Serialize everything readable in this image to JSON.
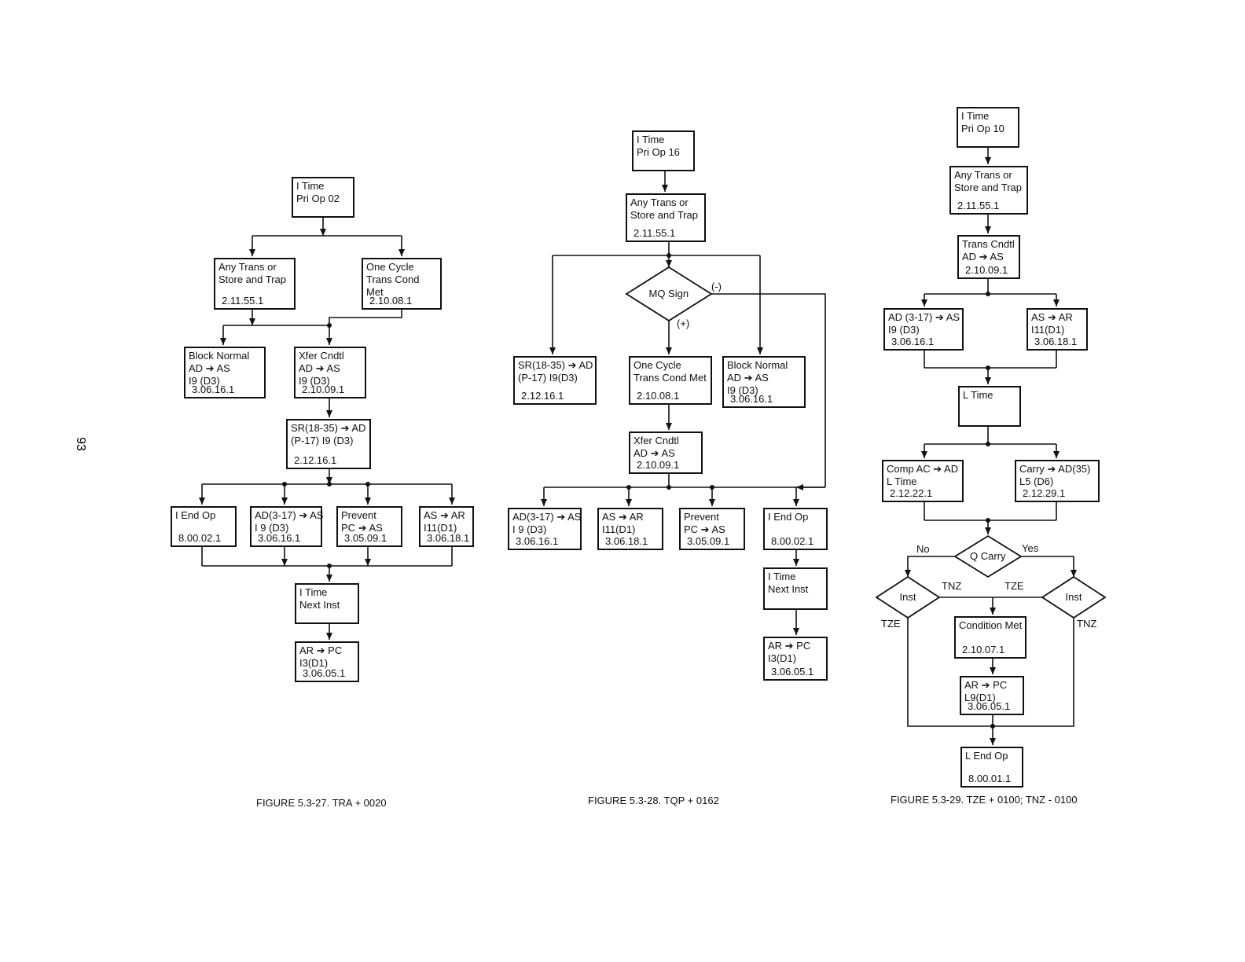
{
  "page_number": "93",
  "figures": [
    {
      "caption": "FIGURE 5.3-27.  TRA + 0020",
      "boxes": {
        "i_time": [
          "I Time",
          "Pri Op 02"
        ],
        "any_trans": [
          "Any Trans or",
          "Store and Trap",
          "2.11.55.1"
        ],
        "one_cycle": [
          "One Cycle",
          "Trans Cond",
          "Met",
          "2.10.08.1"
        ],
        "block_normal": [
          "Block Normal",
          "AD ➔ AS",
          "I9 (D3)",
          "3.06.16.1"
        ],
        "xfer_cndtl": [
          "Xfer Cndtl",
          "AD ➔ AS",
          "I9 (D3)",
          "2.10.09.1"
        ],
        "sr": [
          "SR(18-35) ➔ AD",
          "(P-17) I9 (D3)",
          "2.12.16.1"
        ],
        "i_end_op": [
          "I End Op",
          "8.00.02.1"
        ],
        "ad_as": [
          "AD(3-17) ➔ AS",
          "I 9 (D3)",
          "3.06.16.1"
        ],
        "prevent": [
          "Prevent",
          "PC ➔ AS",
          "3.05.09.1"
        ],
        "as_ar": [
          "AS ➔ AR",
          "I11(D1)",
          "3.06.18.1"
        ],
        "i_time_next": [
          "I Time",
          "Next Inst"
        ],
        "ar_pc": [
          "AR ➔ PC",
          "I3(D1)",
          "3.06.05.1"
        ]
      }
    },
    {
      "caption": "FIGURE 5.3-28.  TQP + 0162",
      "boxes": {
        "i_time": [
          "I Time",
          "Pri Op 16"
        ],
        "any_trans": [
          "Any Trans or",
          "Store and Trap",
          "2.11.55.1"
        ],
        "sr": [
          "SR(18-35) ➔ AD",
          "(P-17) I9(D3)",
          "2.12.16.1"
        ],
        "one_cycle": [
          "One Cycle",
          "Trans Cond Met",
          "2.10.08.1"
        ],
        "block_normal": [
          "Block Normal",
          "AD ➔ AS",
          "I9 (D3)",
          "3.06.16.1"
        ],
        "xfer_cndtl": [
          "Xfer Cndtl",
          "AD ➔ AS",
          "2.10.09.1"
        ],
        "ad_as": [
          "AD(3-17) ➔ AS",
          "I 9 (D3)",
          "3.06.16.1"
        ],
        "as_ar": [
          "AS ➔ AR",
          "I11(D1)",
          "3.06.18.1"
        ],
        "prevent": [
          "Prevent",
          "PC ➔ AS",
          "3.05.09.1"
        ],
        "i_end_op": [
          "I End Op",
          "8.00.02.1"
        ],
        "i_time_next": [
          "I Time",
          "Next Inst"
        ],
        "ar_pc": [
          "AR ➔ PC",
          "I3(D1)",
          "3.06.05.1"
        ]
      },
      "decision": "MQ Sign",
      "labels": {
        "minus": "(-)",
        "plus": "(+)"
      }
    },
    {
      "caption": "FIGURE 5.3-29.  TZE + 0100; TNZ - 0100",
      "boxes": {
        "i_time": [
          "I Time",
          "Pri Op 10"
        ],
        "any_trans": [
          "Any Trans or",
          "Store and Trap",
          "2.11.55.1"
        ],
        "trans_cndtl": [
          "Trans Cndtl",
          "AD ➔ AS",
          "2.10.09.1"
        ],
        "ad_as": [
          "AD (3-17) ➔ AS",
          "I9 (D3)",
          "3.06.16.1"
        ],
        "as_ar": [
          "AS ➔ AR",
          "I11(D1)",
          "3.06.18.1"
        ],
        "l_time": [
          "L Time"
        ],
        "comp": [
          "Comp AC ➔ AD",
          "L Time",
          "2.12.22.1"
        ],
        "carry": [
          "Carry ➔ AD(35)",
          "L5 (D6)",
          "2.12.29.1"
        ],
        "condition_met": [
          "Condition Met",
          "2.10.07.1"
        ],
        "ar_pc": [
          "AR ➔ PC",
          "L9(D1)",
          "3.06.05.1"
        ],
        "l_end_op": [
          "L End Op",
          "8.00.01.1"
        ]
      },
      "decisions": {
        "q_carry": "Q Carry",
        "inst_left": "Inst",
        "inst_right": "Inst"
      },
      "labels": {
        "no": "No",
        "yes": "Yes",
        "tnz_left": "TNZ",
        "tze_right": "TZE",
        "tze_left": "TZE",
        "tnz_right": "TNZ"
      }
    }
  ]
}
